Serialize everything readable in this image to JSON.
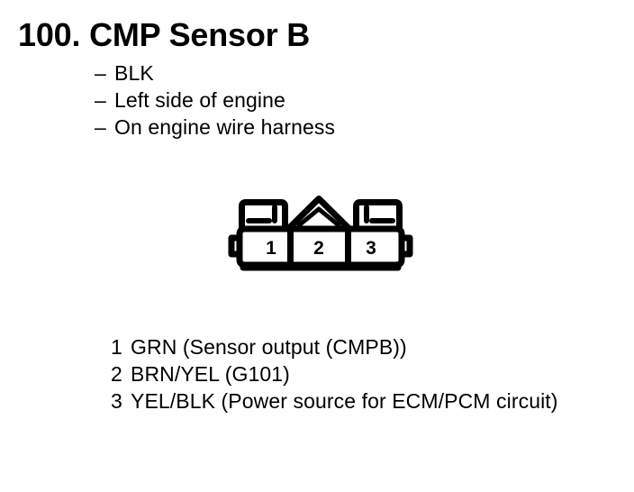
{
  "page": {
    "background_color": "#FFFFFF",
    "ink_color": "#000000"
  },
  "header": {
    "item_number": "100.",
    "title": "100. CMP Sensor B",
    "component_name": "CMP Sensor B"
  },
  "details": {
    "dash": "–",
    "items": [
      {
        "text": "BLK"
      },
      {
        "text": "Left side of engine"
      },
      {
        "text": "On engine wire harness"
      }
    ]
  },
  "connector": {
    "type": "3-pin-connector",
    "pin_count": 3,
    "pin_labels": [
      "1",
      "2",
      "3"
    ]
  },
  "pinout": {
    "rows": [
      {
        "pin": "1",
        "description": "GRN (Sensor output (CMPB))"
      },
      {
        "pin": "2",
        "description": "BRN/YEL (G101)"
      },
      {
        "pin": "3",
        "description": "YEL/BLK (Power source for ECM/PCM circuit)"
      }
    ]
  }
}
